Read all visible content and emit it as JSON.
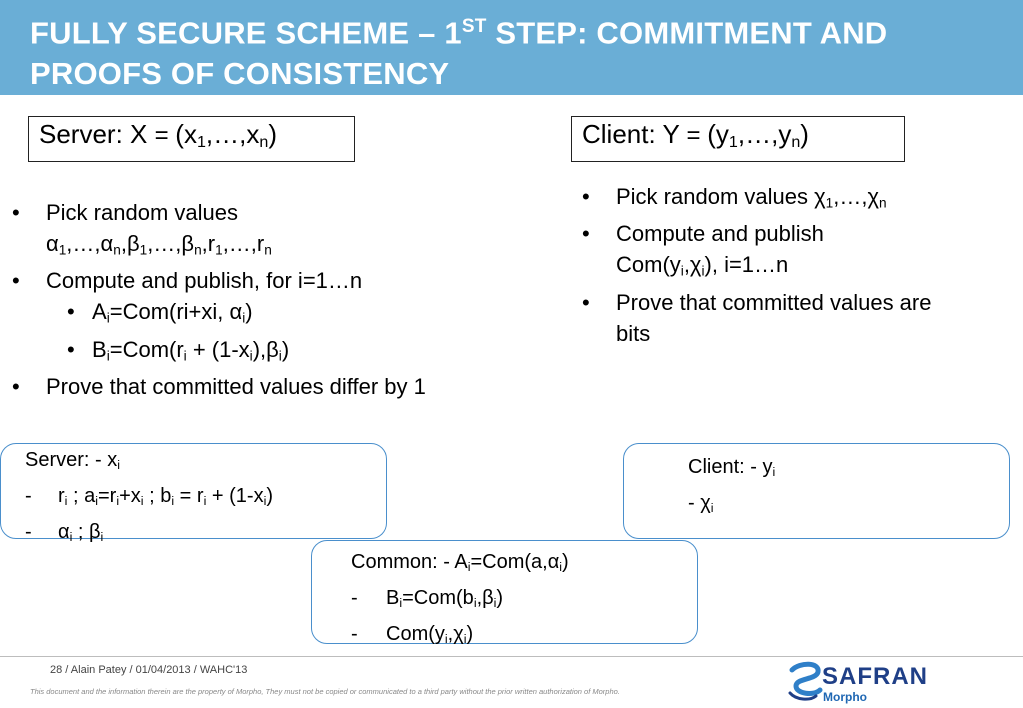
{
  "title": {
    "part1": "FULLY SECURE SCHEME – 1",
    "sup": "ST",
    "part2": " STEP: COMMITMENT AND PROOFS OF CONSISTENCY"
  },
  "server_header": {
    "label": "Server: X ",
    "eq": "= ",
    "open": "(x",
    "s1": "1",
    "mid": ",…,x",
    "sn": "n",
    "close": ")"
  },
  "client_header": {
    "label": "Client: Y ",
    "eq": "= ",
    "open": "(y",
    "s1": "1",
    "mid": ",…,y",
    "sn": "n",
    "close": ")"
  },
  "bullet_symbol": "•",
  "dash_symbol": "-",
  "server_bullets": {
    "b1_line1": "Pick random values",
    "b1_line2": "α1,…,αn,β1,…,βn,r1,…,rn",
    "b2": "Compute and publish, for i=1…n",
    "sub1_a": "A",
    "sub1_i": "i",
    "sub1_b": "=Com(ri+xi, α",
    "sub1_i2": "i",
    "sub1_c": ")",
    "sub2_a": "B",
    "sub2_i": "i",
    "sub2_b": "=Com(r",
    "sub2_i2": "i",
    "sub2_c": " + (1-x",
    "sub2_i3": "i",
    "sub2_d": "),β",
    "sub2_i4": "i",
    "sub2_e": ")",
    "b3": "Prove that committed values differ by 1"
  },
  "client_bullets": {
    "b1_a": "Pick random values χ",
    "b1_s1": "1",
    "b1_b": ",…,χ",
    "b1_sn": "n",
    "b2_line1": "Compute and publish",
    "b2_a": "Com(y",
    "b2_i": "i",
    "b2_b": ",χ",
    "b2_i2": "i",
    "b2_c": "), i=1…n",
    "b3": "Prove that committed values are bits"
  },
  "server_box": {
    "l1_a": "Server: - x",
    "l1_i": "i",
    "l2_a": "r",
    "l2_i": "i",
    "l2_b": " ; a",
    "l2_i2": "i",
    "l2_c": "=r",
    "l2_i3": "i",
    "l2_d": "+x",
    "l2_i4": "i",
    "l2_e": " ; b",
    "l2_i5": "i",
    "l2_f": " = r",
    "l2_i6": "i",
    "l2_g": " + (1-x",
    "l2_i7": "i",
    "l2_h": ")",
    "l3_a": "α",
    "l3_i": "i",
    "l3_b": " ; β",
    "l3_i2": "i"
  },
  "client_box": {
    "l1_a": "Client: - y",
    "l1_i": "i",
    "l2_a": "- χ",
    "l2_i": "i"
  },
  "common_box": {
    "l1_a": "Common: -  A",
    "l1_i": "i",
    "l1_b": "=Com(a,α",
    "l1_i2": "i",
    "l1_c": ")",
    "l2_a": "B",
    "l2_i": "i",
    "l2_b": "=Com(b",
    "l2_i2": "i",
    "l2_c": ",β",
    "l2_i3": "i",
    "l2_d": ")",
    "l3_a": "Com(y",
    "l3_i": "i",
    "l3_b": ",χ",
    "l3_i2": "i",
    "l3_c": ")"
  },
  "footer": {
    "text": "28 /   Alain Patey / 01/04/2013 / WAHC'13",
    "disclaimer": "This document and the information therein are the property of Morpho, They must not be copied or communicated to a third party without the prior written authorization of Morpho."
  },
  "logo": {
    "word": "SAFRAN",
    "sub": "Morpho",
    "icon": "safran-s-logo-icon",
    "brand_color": "#1f3f87"
  },
  "colors": {
    "title_bar": "#6aaed6",
    "box_border": "#4a8fcc"
  }
}
